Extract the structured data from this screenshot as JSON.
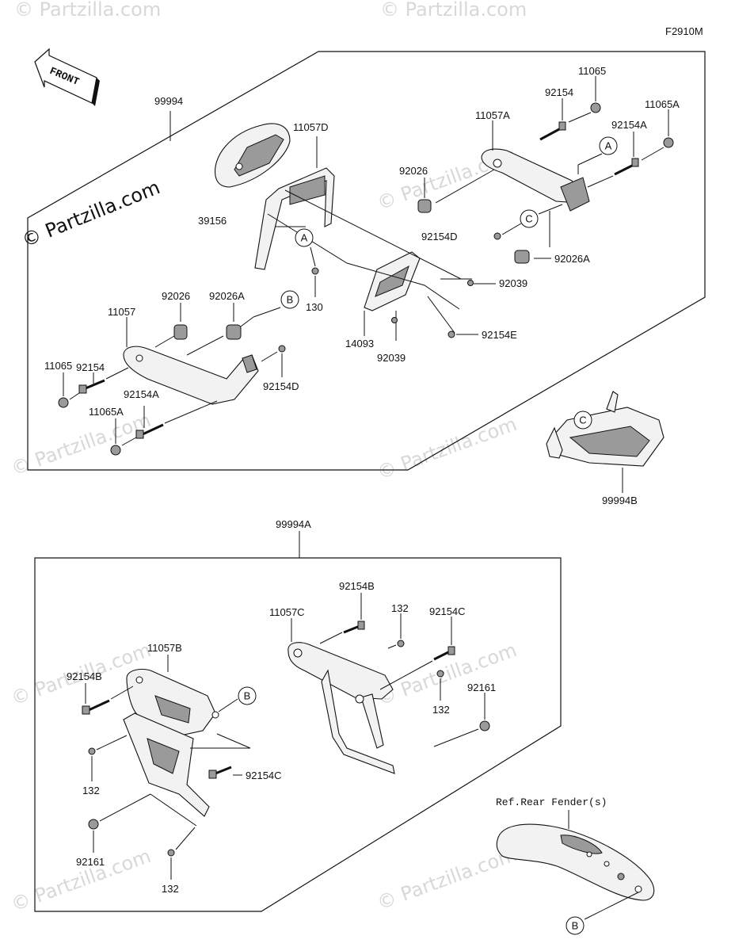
{
  "figure_code": "F2910M",
  "front_label": "FRONT",
  "watermark": "© Partzilla.com",
  "ref_note": "Ref.Rear Fender(s)",
  "callouts": {
    "A": "A",
    "B": "B",
    "C": "C"
  },
  "top_group": {
    "assembly": "99994",
    "labels": {
      "p11065_r": "11065",
      "p92154_r": "92154",
      "p11065A_r": "11065A",
      "p11057A": "11057A",
      "p92154A_r": "92154A",
      "p11057D": "11057D",
      "p92026_r": "92026",
      "p39156": "39156",
      "p92154D_r": "92154D",
      "p92026A_r": "92026A",
      "p92039_a": "92039",
      "p130": "130",
      "p14093": "14093",
      "p92039_b": "92039",
      "p92154E": "92154E",
      "p11057": "11057",
      "p92026_l": "92026",
      "p92026A_l": "92026A",
      "p92154_l": "92154",
      "p11065_l": "11065",
      "p92154A_l": "92154A",
      "p11065A_l": "11065A",
      "p92154D_l": "92154D"
    }
  },
  "rack_assembly": "99994B",
  "bottom_group": {
    "assembly": "99994A",
    "labels": {
      "p92154B_r": "92154B",
      "p132_a": "132",
      "p92154C_r": "92154C",
      "p11057C": "11057C",
      "p132_b": "132",
      "p92161_r": "92161",
      "p11057B": "11057B",
      "p92154B_l": "92154B",
      "p132_c": "132",
      "p92154C_l": "92154C",
      "p92161_l": "92161",
      "p132_d": "132"
    }
  }
}
